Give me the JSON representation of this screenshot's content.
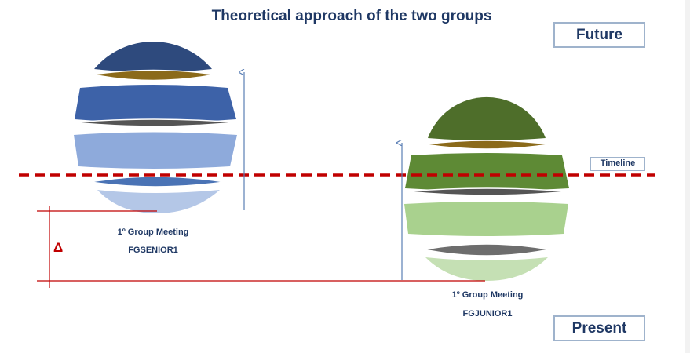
{
  "title": "Theoretical approach of the two groups",
  "future_label": "Future",
  "present_label": "Present",
  "timeline_label": "Timeline",
  "delta_symbol": "Δ",
  "senior": {
    "meeting": "1º Group Meeting",
    "code": "FGSENIOR1"
  },
  "junior": {
    "meeting": "1º Group Meeting",
    "code": "FGJUNIOR1"
  },
  "colors": {
    "title": "#1f3864",
    "timeline": "#c00000",
    "arrow": "#5b7fb5",
    "senior_layers": [
      "#2e4a7d",
      "#8b6a1a",
      "#3d62a8",
      "#555555",
      "#8eaadb",
      "#4a73b5",
      "#b4c7e7"
    ],
    "junior_layers": [
      "#4e6e2a",
      "#8b6a1a",
      "#5e8a35",
      "#555555",
      "#a9d18e",
      "#6d6d6d",
      "#c5e0b4"
    ]
  }
}
